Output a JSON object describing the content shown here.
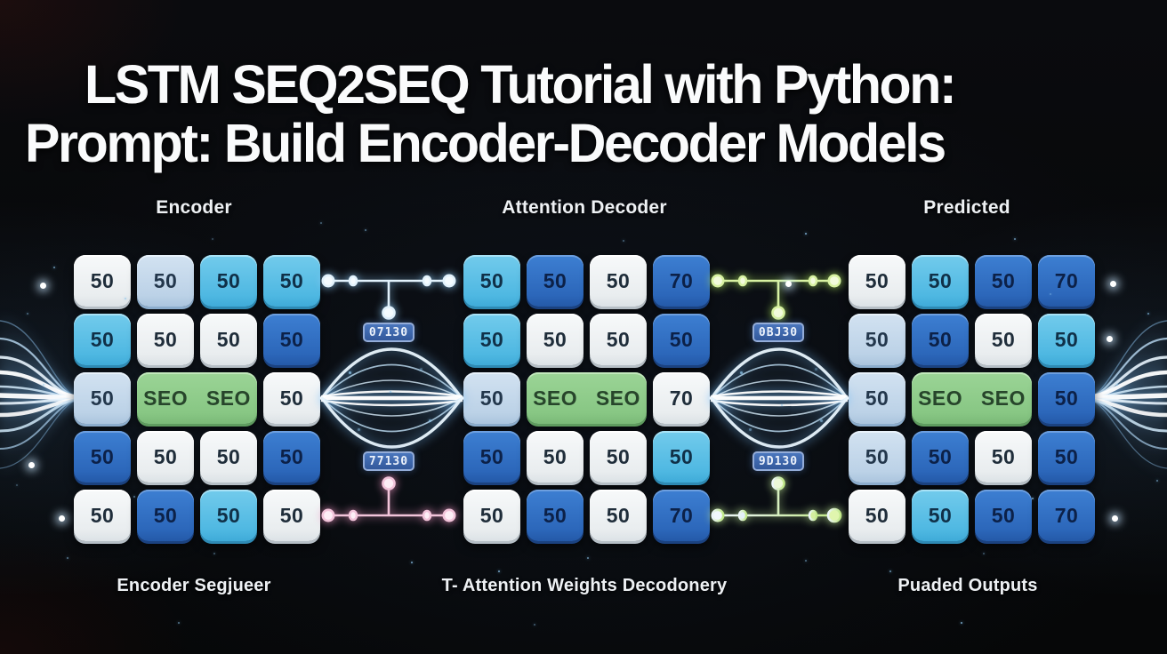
{
  "title": {
    "line1": "LSTM SEQ2SEQ Tutorial with Python:",
    "line2": "Prompt: Build Encoder-Decoder Models"
  },
  "sections": [
    {
      "top_label": "Encoder",
      "bottom_label": "Encoder Segjueer",
      "grid": {
        "rows": [
          [
            {
              "t": "50",
              "c": "white"
            },
            {
              "t": "50",
              "c": "pale"
            },
            {
              "t": "50",
              "c": "sky"
            },
            {
              "t": "50",
              "c": "sky"
            }
          ],
          [
            {
              "t": "50",
              "c": "sky"
            },
            {
              "t": "50",
              "c": "white"
            },
            {
              "t": "50",
              "c": "white"
            },
            {
              "t": "50",
              "c": "blue"
            }
          ],
          [
            {
              "t": "50",
              "c": "pale"
            },
            {
              "t": "SEO   SEO",
              "c": "green",
              "span": 2
            },
            {
              "t": "50",
              "c": "white"
            }
          ],
          [
            {
              "t": "50",
              "c": "blue"
            },
            {
              "t": "50",
              "c": "white"
            },
            {
              "t": "50",
              "c": "white"
            },
            {
              "t": "50",
              "c": "blue"
            }
          ],
          [
            {
              "t": "50",
              "c": "white"
            },
            {
              "t": "50",
              "c": "blue"
            },
            {
              "t": "50",
              "c": "sky"
            },
            {
              "t": "50",
              "c": "white"
            }
          ]
        ]
      }
    },
    {
      "top_label": "Attention Decoder",
      "bottom_label": "T- Attention Weights Decodonery",
      "grid": {
        "rows": [
          [
            {
              "t": "50",
              "c": "sky"
            },
            {
              "t": "50",
              "c": "blue"
            },
            {
              "t": "50",
              "c": "white"
            },
            {
              "t": "70",
              "c": "blue"
            }
          ],
          [
            {
              "t": "50",
              "c": "sky"
            },
            {
              "t": "50",
              "c": "white"
            },
            {
              "t": "50",
              "c": "white"
            },
            {
              "t": "50",
              "c": "blue"
            }
          ],
          [
            {
              "t": "50",
              "c": "pale"
            },
            {
              "t": "SEO   SEO",
              "c": "green",
              "span": 2
            },
            {
              "t": "70",
              "c": "white"
            }
          ],
          [
            {
              "t": "50",
              "c": "blue"
            },
            {
              "t": "50",
              "c": "white"
            },
            {
              "t": "50",
              "c": "white"
            },
            {
              "t": "50",
              "c": "sky"
            }
          ],
          [
            {
              "t": "50",
              "c": "white"
            },
            {
              "t": "50",
              "c": "blue"
            },
            {
              "t": "50",
              "c": "white"
            },
            {
              "t": "70",
              "c": "blue"
            }
          ]
        ]
      }
    },
    {
      "top_label": "Predicted",
      "bottom_label": "Puaded Outputs",
      "grid": {
        "rows": [
          [
            {
              "t": "50",
              "c": "white"
            },
            {
              "t": "50",
              "c": "sky"
            },
            {
              "t": "50",
              "c": "blue"
            },
            {
              "t": "70",
              "c": "blue"
            }
          ],
          [
            {
              "t": "50",
              "c": "pale"
            },
            {
              "t": "50",
              "c": "blue"
            },
            {
              "t": "50",
              "c": "white"
            },
            {
              "t": "50",
              "c": "sky"
            }
          ],
          [
            {
              "t": "50",
              "c": "pale"
            },
            {
              "t": "SEO   SEO",
              "c": "green",
              "span": 2
            },
            {
              "t": "50",
              "c": "blue"
            }
          ],
          [
            {
              "t": "50",
              "c": "pale"
            },
            {
              "t": "50",
              "c": "blue"
            },
            {
              "t": "50",
              "c": "white"
            },
            {
              "t": "50",
              "c": "blue"
            }
          ],
          [
            {
              "t": "50",
              "c": "white"
            },
            {
              "t": "50",
              "c": "sky"
            },
            {
              "t": "50",
              "c": "blue"
            },
            {
              "t": "70",
              "c": "blue"
            }
          ]
        ]
      }
    }
  ],
  "connectors": [
    {
      "position": "left-top",
      "badge": "07130",
      "line_color": "#e2f2fc"
    },
    {
      "position": "left-bottom",
      "badge": "77130",
      "line_color": "#f2c4da"
    },
    {
      "position": "right-top",
      "badge": "0BJ30",
      "line_color": "#d8f2a2"
    },
    {
      "position": "right-bottom",
      "badge": "9D130",
      "line_color": "#e9f5dc"
    }
  ],
  "colors": {
    "cell_white": "#eef1f2",
    "cell_pale_blue": "#bcd2e7",
    "cell_sky_blue": "#4fb8e2",
    "cell_blue": "#2c67ba",
    "cell_green": "#88c784",
    "badge_bg": "#3c66ad",
    "badge_border": "#93acd8",
    "badge_text": "#ecf2fb",
    "beam_blue": "#dceffc",
    "beam_pink": "#f2c4da",
    "beam_green": "#d8f2a2",
    "title_text": "#fafbfc",
    "background": "#07080a"
  }
}
